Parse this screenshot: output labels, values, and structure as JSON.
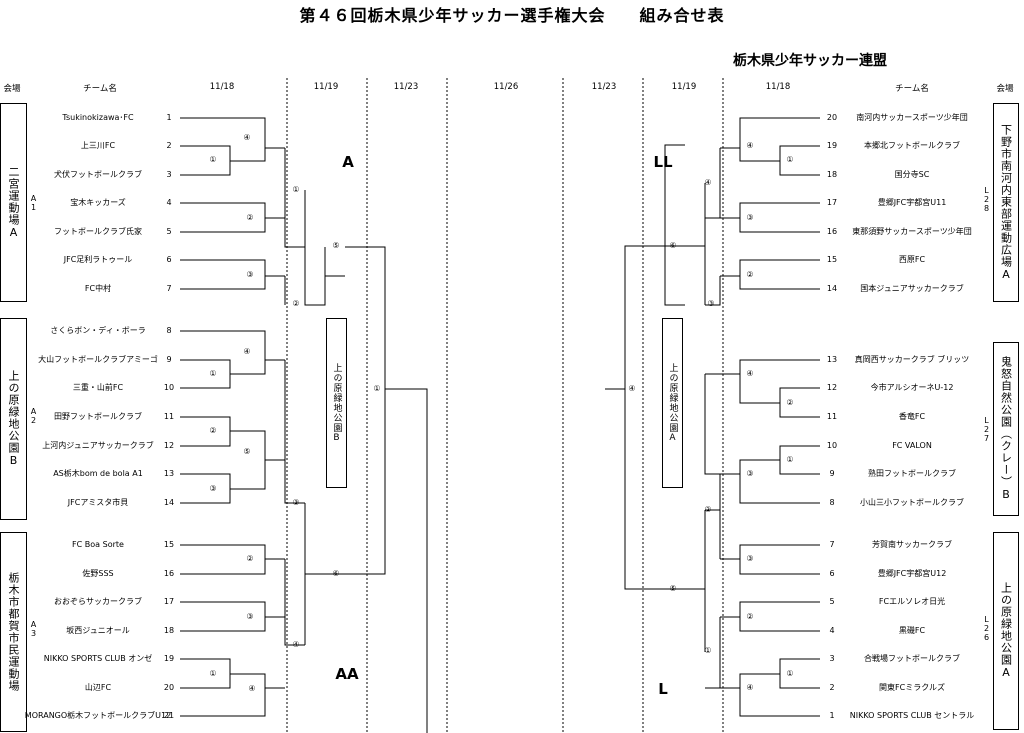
{
  "title": "第４６回栃木県少年サッカー選手権大会　　組み合せ表",
  "organizer": "栃木県少年サッカー連盟",
  "headers": {
    "left_venue": "会場",
    "left_team": "チーム名",
    "d1118": "11/18",
    "d1119": "11/19",
    "d1123": "11/23",
    "d1126": "11/26",
    "r1123": "11/23",
    "r1119": "11/19",
    "r1118": "11/18",
    "right_team": "チーム名",
    "right_venue": "会場"
  },
  "left_teams": [
    {
      "name": "Tsukinokizawa･FC",
      "num": "1"
    },
    {
      "name": "上三川FC",
      "num": "2"
    },
    {
      "name": "犬伏フットボールクラブ",
      "num": "3"
    },
    {
      "name": "宝木キッカーズ",
      "num": "4"
    },
    {
      "name": "フットボールクラブ氏家",
      "num": "5"
    },
    {
      "name": "JFC足利ラトゥール",
      "num": "6"
    },
    {
      "name": "FC中村",
      "num": "7"
    },
    {
      "name": "さくらボン・ディ・ボーラ",
      "num": "8"
    },
    {
      "name": "大山フットボールクラブアミーゴ",
      "num": "9"
    },
    {
      "name": "三重・山前FC",
      "num": "10"
    },
    {
      "name": "田野フットボールクラブ",
      "num": "11"
    },
    {
      "name": "上河内ジュニアサッカークラブ",
      "num": "12"
    },
    {
      "name": "AS栃木bom de bola A1",
      "num": "13"
    },
    {
      "name": "JFCアミスタ市貝",
      "num": "14"
    },
    {
      "name": "FC Boa Sorte",
      "num": "15"
    },
    {
      "name": "佐野SSS",
      "num": "16"
    },
    {
      "name": "おおぞらサッカークラブ",
      "num": "17"
    },
    {
      "name": "坂西ジュニオール",
      "num": "18"
    },
    {
      "name": "NIKKO SPORTS CLUB オンゼ",
      "num": "19"
    },
    {
      "name": "山辺FC",
      "num": "20"
    },
    {
      "name": "MORANGO栃木フットボールクラブU12",
      "num": "21"
    }
  ],
  "right_teams": [
    {
      "name": "南河内サッカースポーツ少年団",
      "num": "20"
    },
    {
      "name": "本郷北フットボールクラブ",
      "num": "19"
    },
    {
      "name": "国分寺SC",
      "num": "18"
    },
    {
      "name": "豊郷JFC宇都宮U11",
      "num": "17"
    },
    {
      "name": "東那須野サッカースポーツ少年団",
      "num": "16"
    },
    {
      "name": "西原FC",
      "num": "15"
    },
    {
      "name": "国本ジュニアサッカークラブ",
      "num": "14"
    },
    {
      "name": "真岡西サッカークラブ ブリッツ",
      "num": "13"
    },
    {
      "name": "今市アルシオーネU-12",
      "num": "12"
    },
    {
      "name": "香竜FC",
      "num": "11"
    },
    {
      "name": "FC VALON",
      "num": "10"
    },
    {
      "name": "熟田フットボールクラブ",
      "num": "9"
    },
    {
      "name": "小山三小フットボールクラブ",
      "num": "8"
    },
    {
      "name": "芳賀南サッカークラブ",
      "num": "7"
    },
    {
      "name": "豊郷JFC宇都宮U12",
      "num": "6"
    },
    {
      "name": "FCエルソレオ日光",
      "num": "5"
    },
    {
      "name": "黒磯FC",
      "num": "4"
    },
    {
      "name": "合戦場フットボールクラブ",
      "num": "3"
    },
    {
      "name": "関東FCミラクルズ",
      "num": "2"
    },
    {
      "name": "NIKKO SPORTS CLUB セントラル",
      "num": "1"
    }
  ],
  "left_venues": [
    {
      "name": "二宮運動場A",
      "code": "A1"
    },
    {
      "name": "上の原緑地公園B",
      "code": "A2"
    },
    {
      "name": "栃木市都賀市民運動場",
      "code": "A3"
    }
  ],
  "right_venues": [
    {
      "name": "下野市南河内東部運動広場A",
      "code": "L28"
    },
    {
      "name": "鬼怒自然公園（クレー）B",
      "code": "L27"
    },
    {
      "name": "上の原緑地公園A",
      "code": "L26"
    }
  ],
  "mid_venue_left": "上の原緑地公園B",
  "mid_venue_right": "上の原緑地公園A",
  "block_labels": {
    "a": "A",
    "aa": "AA",
    "ll": "LL",
    "l": "L"
  },
  "match_numbers": {
    "lr1": [
      "④",
      "①",
      "②",
      "③",
      "④",
      "①",
      "②",
      "⑤",
      "③",
      "②",
      "③",
      "①",
      "④"
    ],
    "lr2": [
      "①",
      "②",
      "③",
      "④"
    ],
    "lr3": [
      "⑤",
      "⑥"
    ],
    "lr4": [
      "①"
    ],
    "rr1": [
      "④",
      "①",
      "③",
      "②",
      "④",
      "②",
      "①",
      "③",
      "③",
      "②",
      "①",
      "①",
      "④"
    ],
    "rr2": [
      "④",
      "③",
      "②",
      "⑤"
    ],
    "rr3": [
      "⑥"
    ],
    "rr4": [
      "④"
    ]
  }
}
